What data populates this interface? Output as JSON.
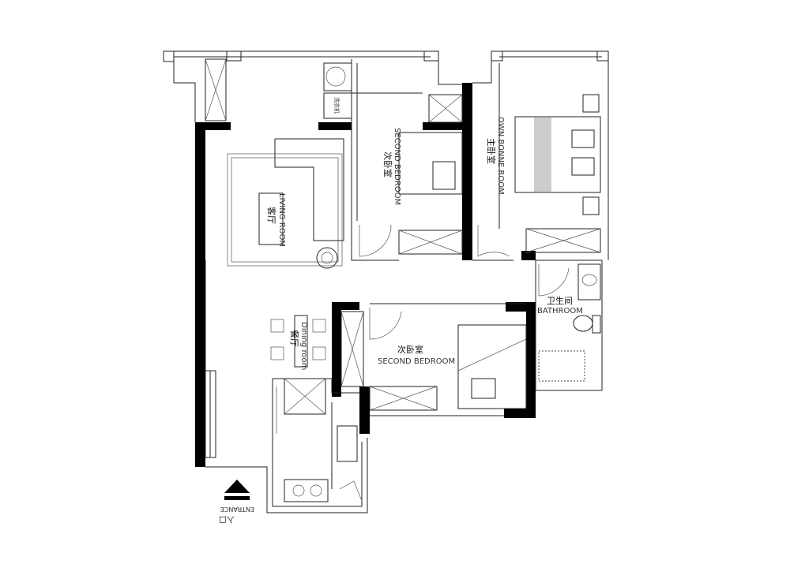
{
  "rooms": {
    "living": {
      "cn": "客厅",
      "en": "LIVING ROOM"
    },
    "second_bedroom_top": {
      "cn": "次卧室",
      "en": "SECOND BEDROOM"
    },
    "master": {
      "cn": "主卧室",
      "en": "OWN BONNE ROOM"
    },
    "bathroom": {
      "cn": "卫生间",
      "en": "BATHROOM"
    },
    "second_bedroom_bottom": {
      "cn": "次卧室",
      "en": "SECOND BEDROOM"
    },
    "dining": {
      "cn": "餐厅",
      "en": "Dining room"
    }
  },
  "appliances": {
    "washer": "洗衣机"
  },
  "entrance": {
    "en": "ENTRANCE",
    "cn": "入口"
  },
  "colors": {
    "wall": "#000000",
    "line": "#222222"
  }
}
